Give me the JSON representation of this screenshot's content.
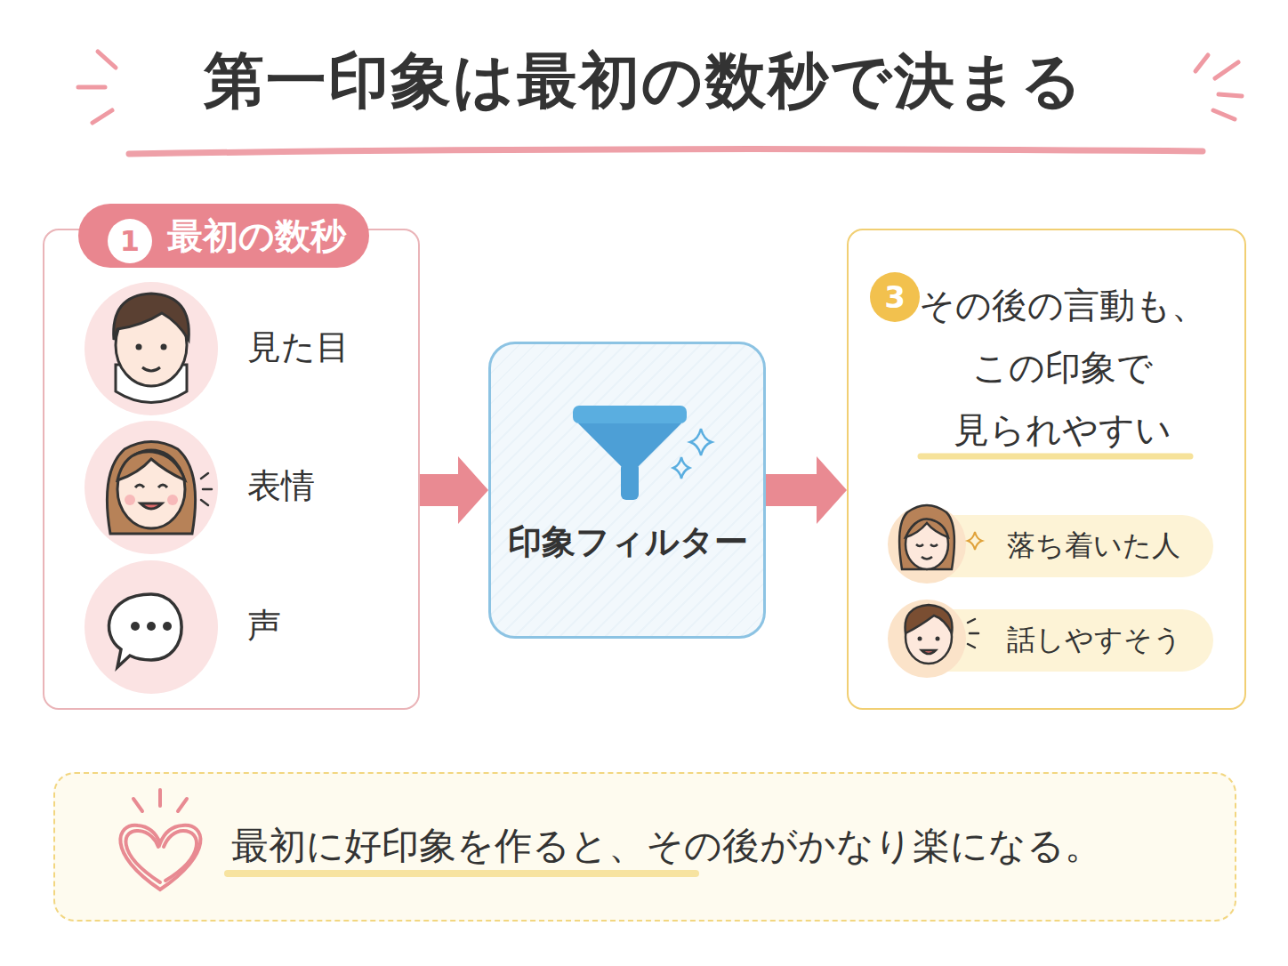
{
  "diagram": {
    "title": "第一印象は最初の数秒で決まる",
    "nodes": [
      {
        "text": [
          "最初の数秒",
          "見た目",
          "表情",
          "声"
        ]
      },
      {
        "text": [
          "印象フィルター"
        ]
      },
      {
        "text": [
          "その後の言動も、 この印象で 見られやすい"
        ]
      },
      {
        "text": [
          "落ち着いた人"
        ],
        "in": 2
      },
      {
        "text": [
          "話しやすそう"
        ],
        "in": 2
      },
      {
        "text": [
          "最初に好印象を作ると、その後がかなり楽になる。"
        ]
      }
    ],
    "edges": [
      {
        "from": 0,
        "to": 1,
        "arrow": "to"
      },
      {
        "from": 1,
        "to": 2,
        "arrow": "to"
      }
    ],
    "labels": [
      "1",
      "3"
    ]
  }
}
